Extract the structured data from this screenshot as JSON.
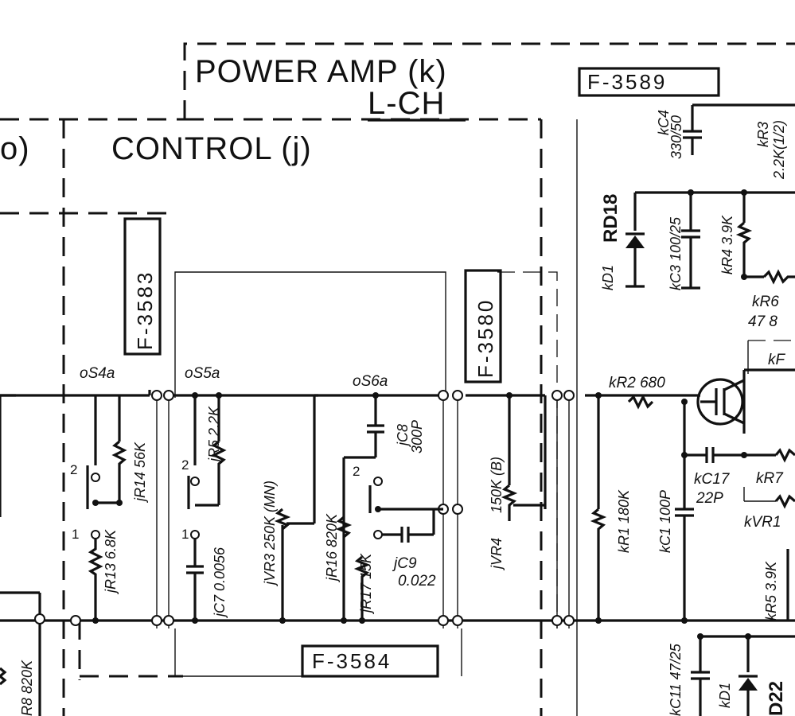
{
  "sections": {
    "power_amp_title": "POWER AMP (k)",
    "power_amp_channel": "L-CH",
    "control_title": "CONTROL (j)",
    "left_fragment": "o)"
  },
  "boards": {
    "f3589": "F-3589",
    "f3583": "F-3583",
    "f3580": "F-3580",
    "f3584": "F-3584"
  },
  "switches": {
    "s4": "oS4a",
    "s5": "oS5a",
    "s6": "oS6a",
    "pos2": "2",
    "pos1": "1"
  },
  "components": {
    "jR14": "jR14 56K",
    "jR13": "jR13 6.8K",
    "jR5": "jR5 2.2K",
    "jC7": "jC7 0.0056",
    "jVR3": "jVR3 250K (MN)",
    "jR16": "jR16 820K",
    "jR17": "jR17 15K",
    "jC8_name": "jC8",
    "jC8_val": "300P",
    "jC9_name": "jC9",
    "jC9_val": "0.022",
    "jVR4_val": "150K (B)",
    "jVR4_name": "jVR4",
    "kR2": "kR2 680",
    "kR1": "kR1 180K",
    "kC1": "kC1 100P",
    "kC17": "kC17",
    "kC17_val": "22P",
    "kR7": "kR7",
    "kVR1": "kVR1",
    "kR5": "kR5 3.9K",
    "kD1": "kD1",
    "RD18": "RD18",
    "kC3": "kC3 100/25",
    "kR4": "kR4 3.9K",
    "kC4_name": "kC4",
    "kC4_val": "330/50",
    "kR3_name": "kR3",
    "kR3_val": "2.2K(1/2)",
    "kR6": "kR6",
    "kR6_val": "47  8",
    "kF": "kF",
    "kC11": "kC11 47/25",
    "kD2": "kD1",
    "D22": "D22",
    "R8": "R8 820K"
  },
  "icons": [
    "resistor",
    "capacitor",
    "electrolytic-capacitor",
    "potentiometer",
    "zener-diode",
    "jfet",
    "ground",
    "switch-contact"
  ]
}
